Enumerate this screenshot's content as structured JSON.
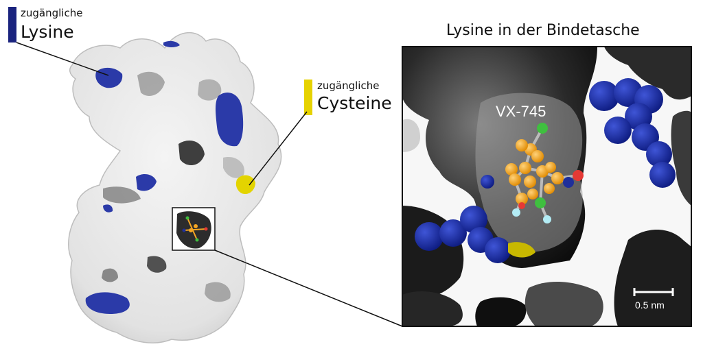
{
  "legend_lysine": {
    "small": "zugängliche",
    "big": "Lysine",
    "color": "#1a237e"
  },
  "legend_cysteine": {
    "small": "zugängliche",
    "big": "Cysteine",
    "color": "#e6d200"
  },
  "inset": {
    "title": "Lysine in der Bindetasche",
    "ligand_label": "VX-745",
    "scale_label": "0.5 nm"
  },
  "colors": {
    "protein_surface": "#e8e8e8",
    "lysine": "#1f2f9a",
    "cysteine": "#e3d400",
    "ligand_carbon": "#f5a623",
    "chlorine": "#3fbf3f",
    "oxygen": "#e53935",
    "fluorine": "#b3ecf5",
    "pocket_dark": "#1a1a1a"
  }
}
